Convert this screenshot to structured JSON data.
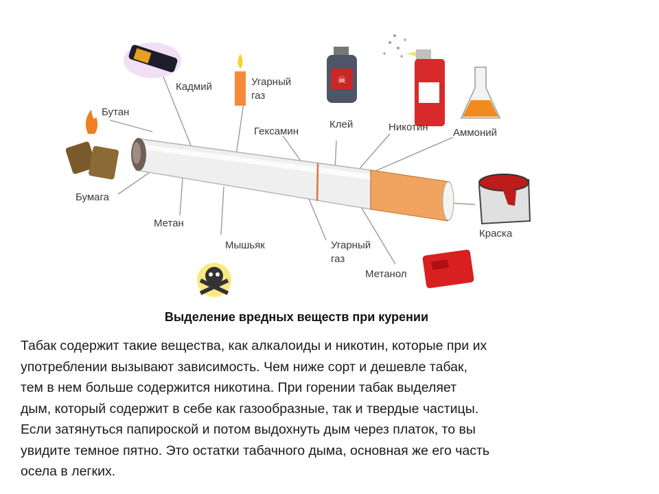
{
  "diagram": {
    "labels": {
      "butan": "Бутан",
      "kadmiy": "Кадмий",
      "ugarny_top_1": "Угарный",
      "ugarny_top_2": "газ",
      "kley": "Клей",
      "geksamin": "Гексамин",
      "nikotin": "Никотин",
      "ammoniy": "Аммоний",
      "bumaga": "Бумага",
      "metan": "Метан",
      "myshyak": "Мышьяк",
      "ugarny_bot_1": "Угарный",
      "ugarny_bot_2": "газ",
      "metanol": "Метанол",
      "kraska": "Краска"
    }
  },
  "caption": "Выделение вредных веществ при курении",
  "body_lines": [
    "Табак содержит такие вещества, как алкалоиды и никотин, которые при их",
    "употреблении вызывают зависимость. Чем ниже сорт и дешевле табак,",
    "тем в нем больше содержится никотина. При горении табак выделяет",
    "дым, который содержит в себе как газообразные, так и твердые частицы.",
    "Если затянуться папироской и потом выдохнуть дым через платок, то вы",
    "увидите темное пятно. Это остатки табачного дыма, основная же его часть",
    "осела в легких."
  ]
}
